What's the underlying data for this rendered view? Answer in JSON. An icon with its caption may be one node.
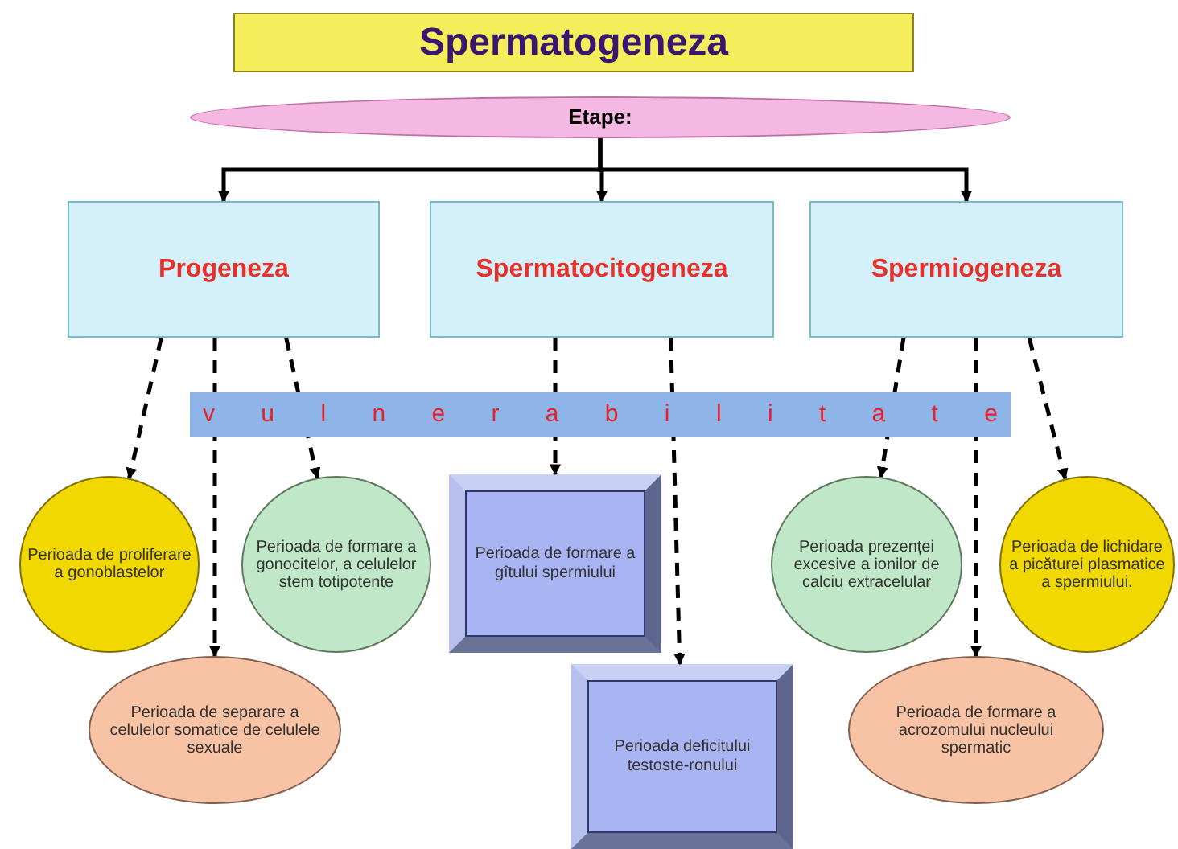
{
  "diagram": {
    "title": "Spermatogeneza",
    "nodes": [
      {
        "text": [
          "Etape:"
        ]
      },
      {
        "text": [
          "Progeneza"
        ]
      },
      {
        "text": [
          "Spermatocitogeneza"
        ]
      },
      {
        "text": [
          "Spermiogeneza"
        ]
      },
      {
        "text": [
          "Perioada de proliferare a gonoblastelor"
        ]
      },
      {
        "text": [
          "Perioada de separare a celulelor somatice de celulele sexuale"
        ]
      },
      {
        "text": [
          "Perioada de formare a gonocitelor, a celulelor stem totipotente"
        ]
      },
      {
        "text": [
          "Perioada de formare a gîtului spermiului"
        ]
      },
      {
        "text": [
          "Perioada deficitului testoste-ronului"
        ]
      },
      {
        "text": [
          "Perioada prezenței excesive a ionilor de calciu extracelular"
        ]
      },
      {
        "text": [
          "Perioada de formare a acrozomului nucleului spermatic"
        ]
      },
      {
        "text": [
          "Perioada de lichidare a picăturei plasmatice a spermiului."
        ]
      }
    ],
    "edges": [
      {
        "from": 0,
        "to": 1,
        "arrow": "to"
      },
      {
        "from": 0,
        "to": 2,
        "arrow": "to"
      },
      {
        "from": 0,
        "to": 3,
        "arrow": "to"
      },
      {
        "from": 1,
        "to": 4,
        "arrow": "to",
        "style": "dashed"
      },
      {
        "from": 1,
        "to": 5,
        "arrow": "to",
        "style": "dashed"
      },
      {
        "from": 1,
        "to": 6,
        "arrow": "to",
        "style": "dashed"
      },
      {
        "from": 2,
        "to": 7,
        "arrow": "to",
        "style": "dashed"
      },
      {
        "from": 2,
        "to": 8,
        "arrow": "to",
        "style": "dashed"
      },
      {
        "from": 3,
        "to": 9,
        "arrow": "to",
        "style": "dashed"
      },
      {
        "from": 3,
        "to": 10,
        "arrow": "to",
        "style": "dashed"
      },
      {
        "from": 3,
        "to": 11,
        "arrow": "to",
        "style": "dashed"
      }
    ],
    "labels": [
      "v u l n e r a b i l i t a t e"
    ]
  }
}
